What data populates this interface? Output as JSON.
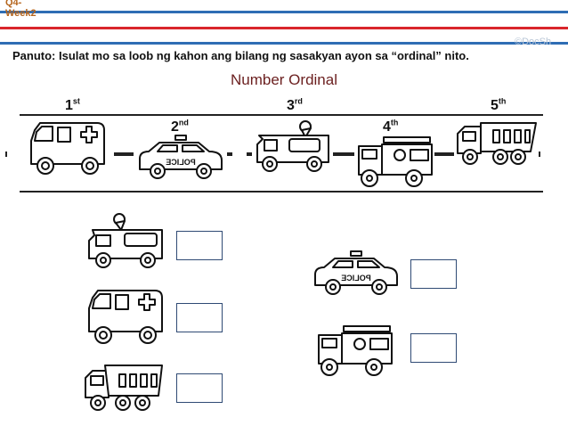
{
  "header": {
    "quarter_week": "Q4-\nWeek2",
    "watermark": "©DocSh"
  },
  "instruction": "Panuto: Isulat mo sa loob ng kahon ang bilang ng sasakyan ayon sa “ordinal” nito.",
  "title": "Number Ordinal",
  "ordinals": [
    {
      "num": "1",
      "suffix": "st",
      "vehicle": "ambulance"
    },
    {
      "num": "2",
      "suffix": "nd",
      "vehicle": "police-car"
    },
    {
      "num": "3",
      "suffix": "rd",
      "vehicle": "ice-cream-truck"
    },
    {
      "num": "4",
      "suffix": "th",
      "vehicle": "fire-truck"
    },
    {
      "num": "5",
      "suffix": "th",
      "vehicle": "dump-truck"
    }
  ],
  "police_label": "POLICE",
  "exercise": [
    {
      "vehicle": "ice-cream-truck",
      "answer": ""
    },
    {
      "vehicle": "ambulance",
      "answer": ""
    },
    {
      "vehicle": "dump-truck",
      "answer": ""
    },
    {
      "vehicle": "police-car",
      "answer": ""
    },
    {
      "vehicle": "fire-truck",
      "answer": ""
    }
  ],
  "colors": {
    "blue_line": "#2e6db4",
    "red_line": "#d9262b",
    "week_text": "#b5651d",
    "title_text": "#6b1f1f",
    "box_border": "#2f4a74"
  }
}
